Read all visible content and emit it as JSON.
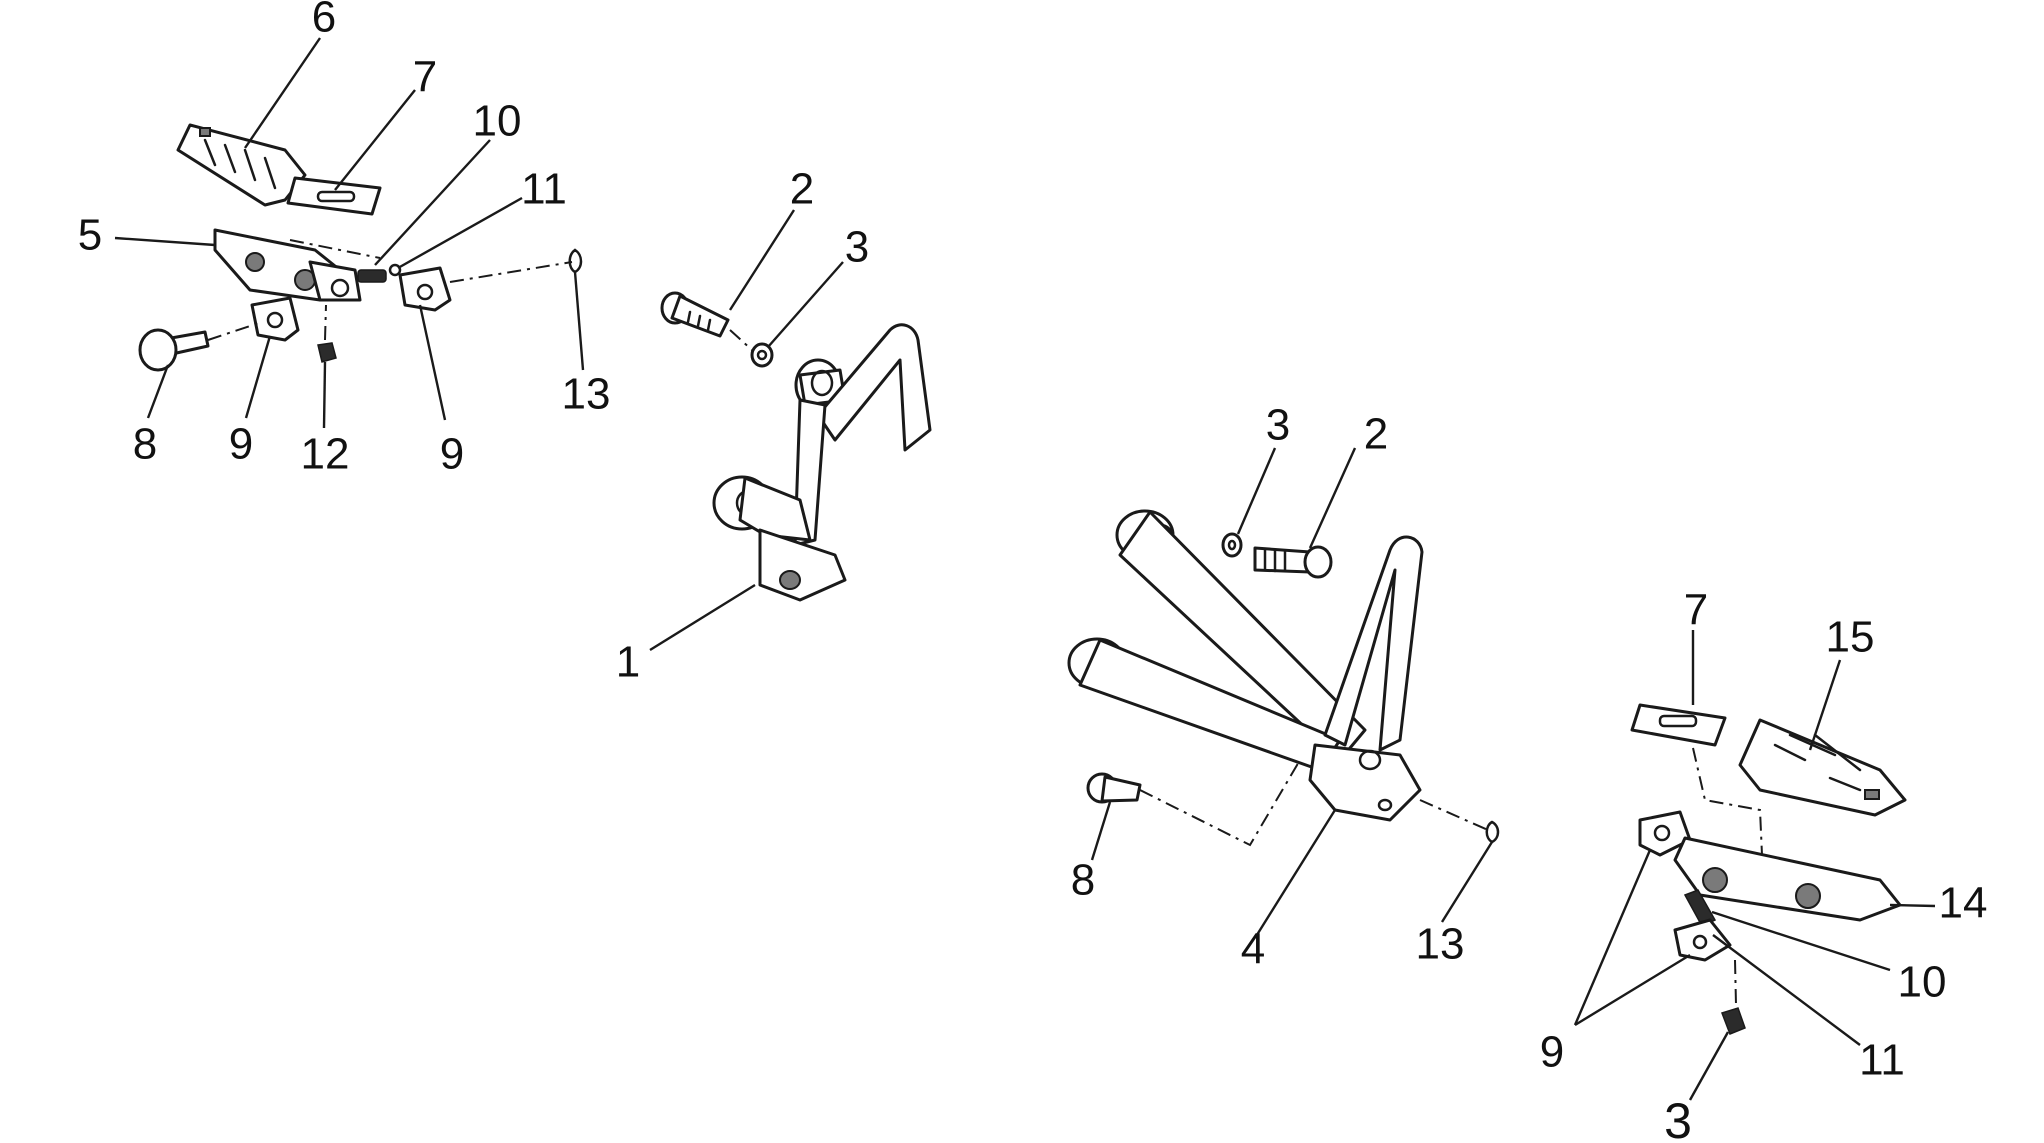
{
  "diagram": {
    "callouts": {
      "left_6": "6",
      "left_7": "7",
      "left_10": "10",
      "left_11": "11",
      "left_5": "5",
      "left_8": "8",
      "left_9a": "9",
      "left_12": "12",
      "left_9b": "9",
      "left_13": "13",
      "left_2": "2",
      "left_3": "3",
      "left_1": "1",
      "right_3": "3",
      "right_2": "2",
      "right_8": "8",
      "right_4": "4",
      "right_13": "13",
      "right_7": "7",
      "right_15": "15",
      "right_14": "14",
      "right_10": "10",
      "right_9": "9",
      "right_11": "11",
      "right_3b": "3"
    }
  }
}
